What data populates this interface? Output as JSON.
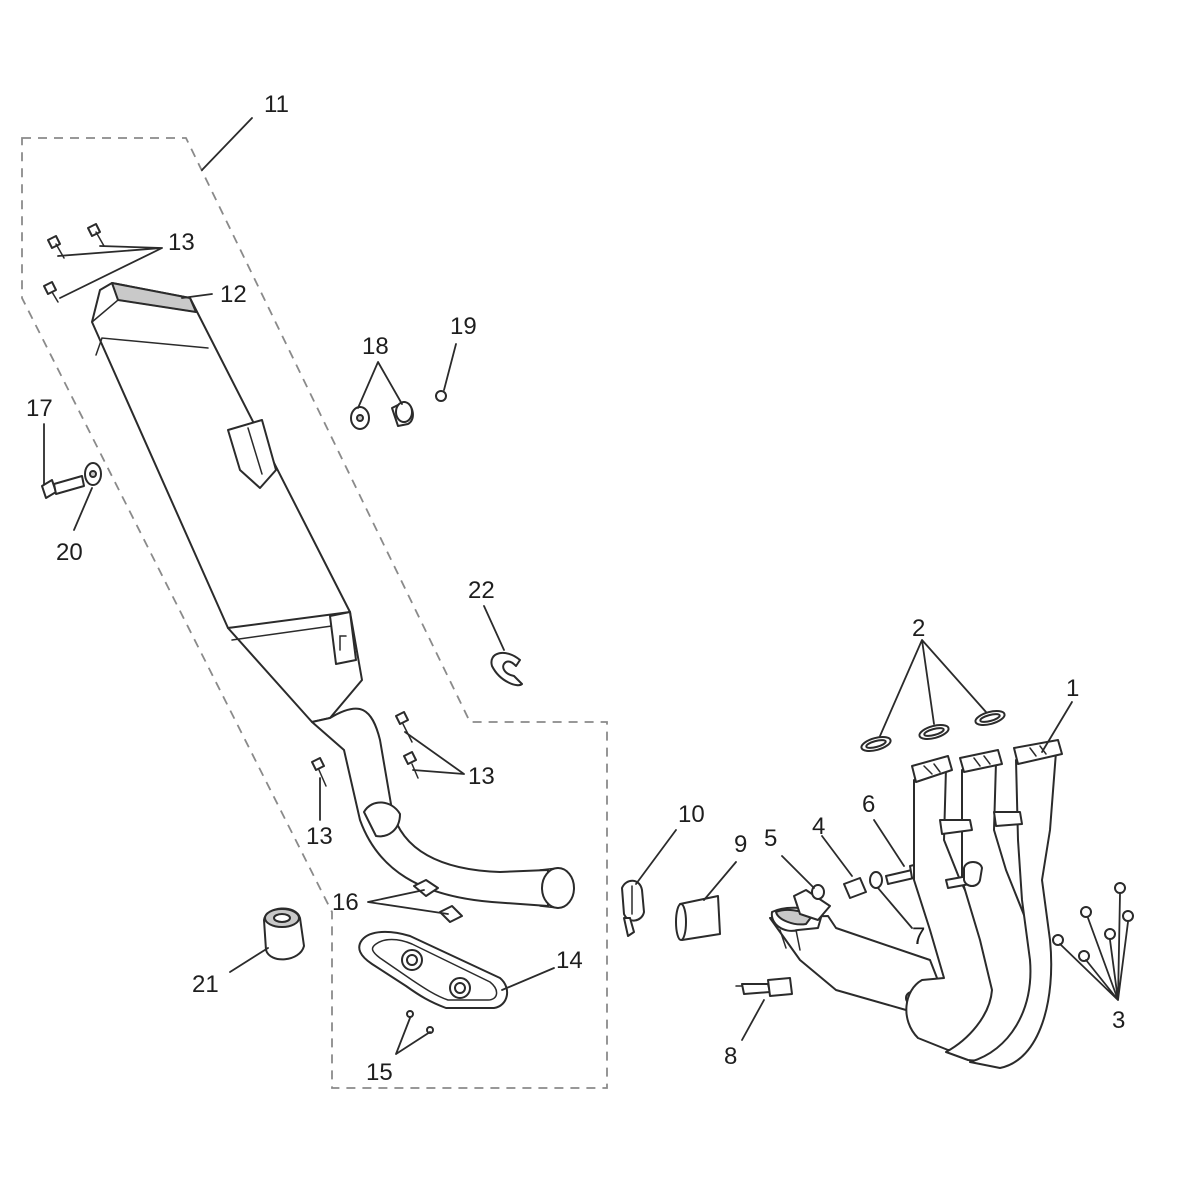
{
  "callouts": {
    "c1": "1",
    "c2": "2",
    "c3": "3",
    "c4": "4",
    "c5": "5",
    "c6": "6",
    "c7": "7",
    "c8": "8",
    "c9": "9",
    "c10": "10",
    "c11": "11",
    "c12": "12",
    "c13a": "13",
    "c13b": "13",
    "c13c": "13",
    "c14": "14",
    "c15": "15",
    "c16": "16",
    "c17": "17",
    "c18": "18",
    "c19": "19",
    "c20": "20",
    "c21": "21",
    "c22": "22"
  },
  "colors": {
    "line": "#2b2b2b",
    "shade": "#c9c9c9",
    "dashed_box": "#8a8a8a",
    "background": "#ffffff"
  }
}
